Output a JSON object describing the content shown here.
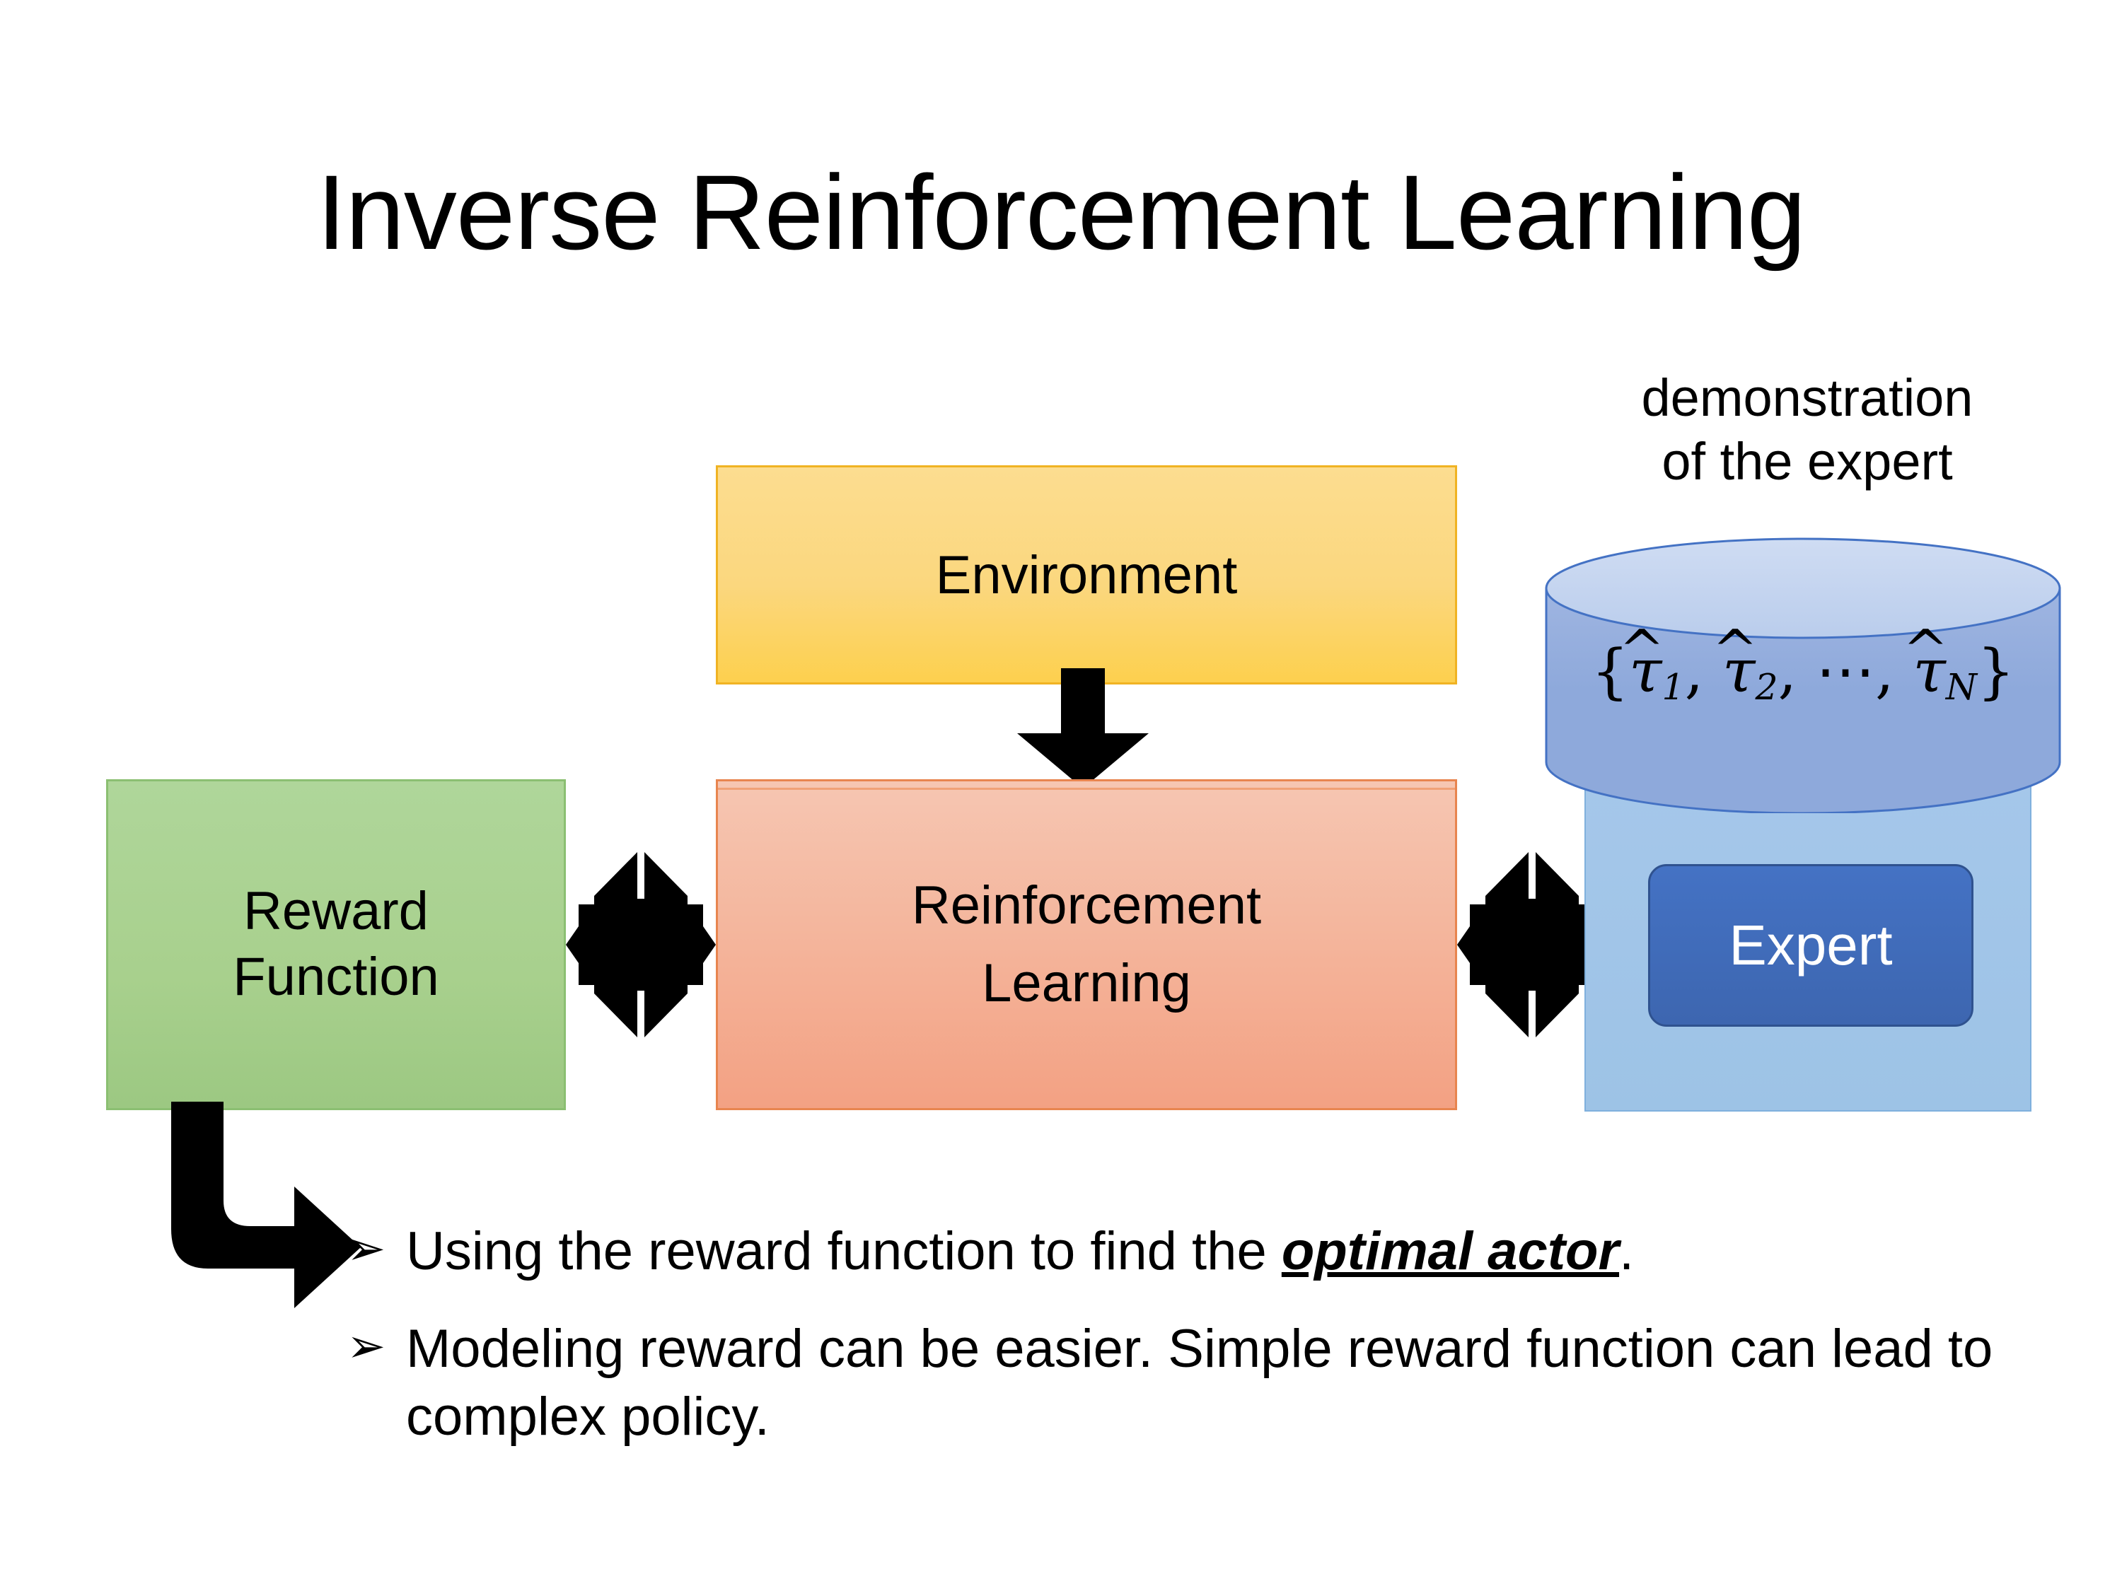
{
  "slide": {
    "title": "Inverse Reinforcement Learning",
    "background_color": "#FFFFFF"
  },
  "diagram": {
    "environment_box": {
      "label": "Environment",
      "fill_top": "#FCDD90",
      "fill_bottom": "#FDD04E",
      "border_color": "#F0B323"
    },
    "reward_box": {
      "line1": "Reward",
      "line2": "Function",
      "fill": "#A8D08D",
      "border_color": "#8BBF72"
    },
    "rl_box": {
      "line1": "Reinforcement",
      "line2": "Learning",
      "fill_top": "#F6C6B2",
      "fill_bottom": "#F3A183",
      "border_color": "#E8854F"
    },
    "expert_group": {
      "caption_line1": "demonstration",
      "caption_line2": "of the expert",
      "cylinder_fill_top": "#C7D6F0",
      "cylinder_fill_body": "#8EA9DB",
      "cylinder_border": "#4472C4",
      "backplate_fill": "#9DC3E6",
      "expert_label": "Expert",
      "expert_fill": "#4472C4",
      "expert_border": "#2F528F",
      "expert_text_color": "#FFFFFF",
      "trajectory_set": {
        "open_brace": "{",
        "close_brace": "}",
        "items": [
          {
            "symbol": "τ",
            "hat": "̂",
            "sub": "1"
          },
          {
            "symbol": "τ",
            "hat": "̂",
            "sub": "2"
          },
          {
            "symbol": "τ",
            "hat": "̂",
            "sub": "N"
          }
        ],
        "ellipsis": "⋯",
        "comma": ",",
        "plain_text": "{τ̂1, τ̂2, ⋯, τ̂N}"
      }
    },
    "arrows": {
      "environment_to_rl": "down-arrow",
      "reward_to_rl": "quad-arrow",
      "rl_to_expert": "quad-arrow",
      "reward_to_bullets": "bent-arrow-down-right",
      "color": "#000000"
    }
  },
  "bullets": {
    "marker": "➢",
    "items": [
      {
        "prefix": "Using the reward function to find the ",
        "emphasis": "optimal actor",
        "suffix": "."
      },
      {
        "prefix": "Modeling reward can be easier. Simple reward function can lead to complex policy.",
        "emphasis": "",
        "suffix": ""
      }
    ]
  }
}
